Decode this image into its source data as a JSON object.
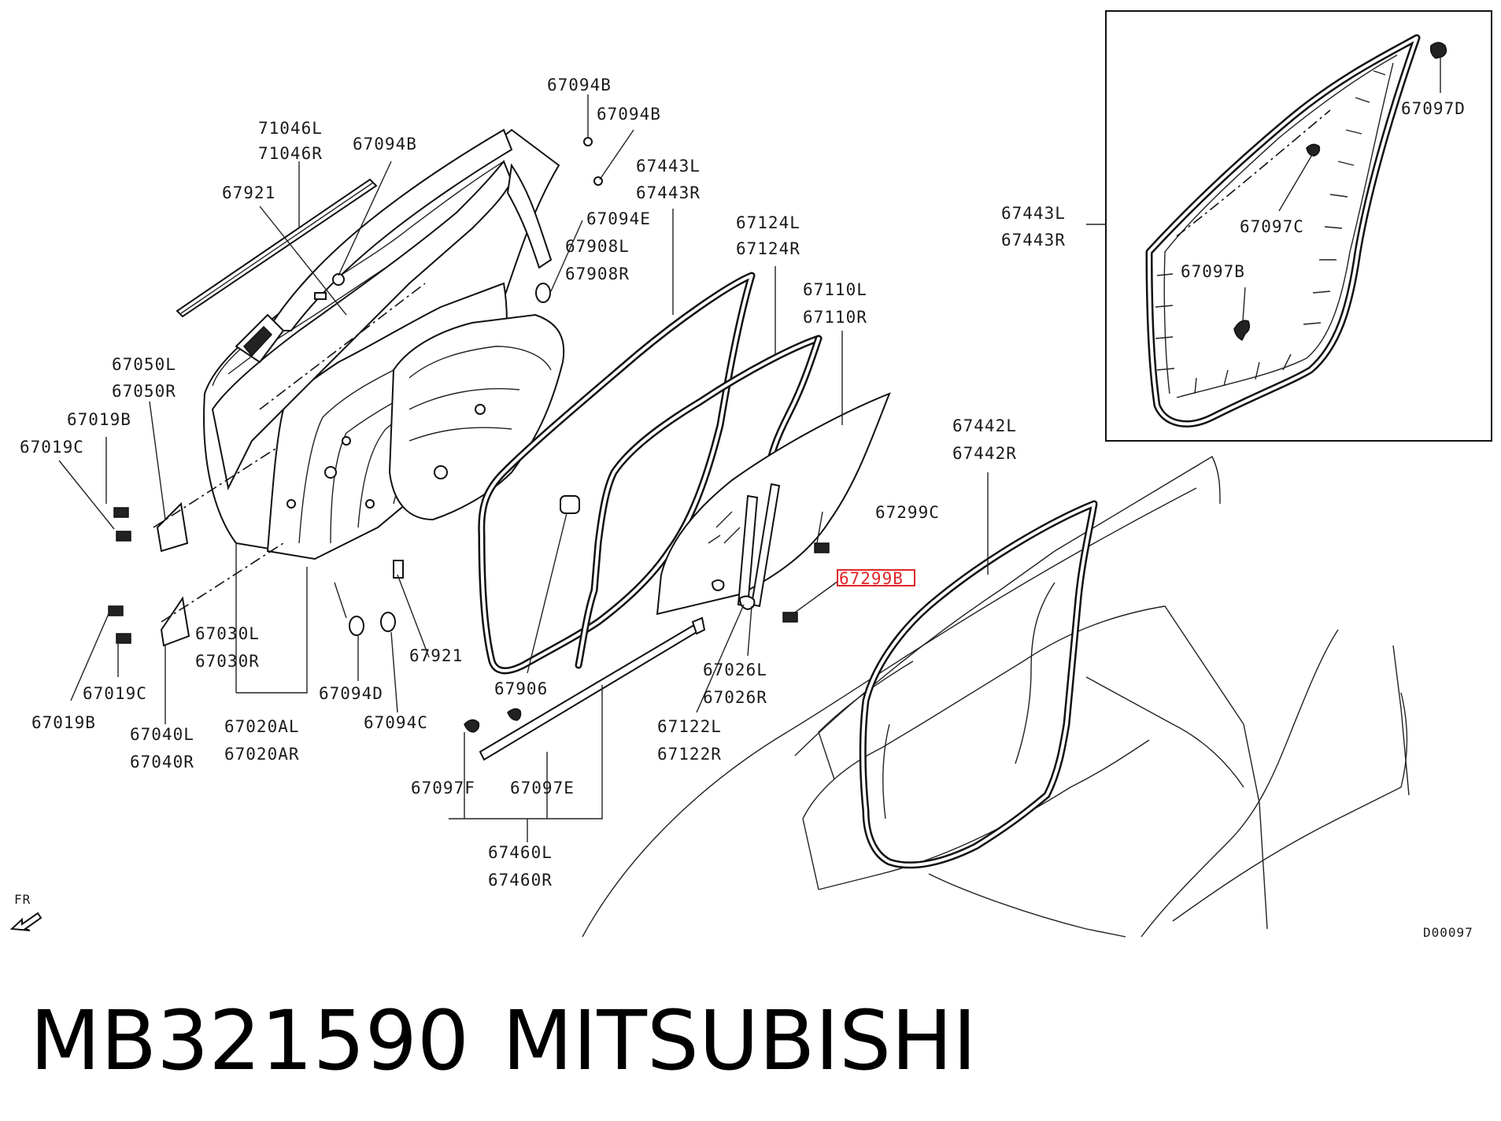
{
  "labels": {
    "l_71046L": "71046L",
    "l_71046R": "71046R",
    "l_67094B_a": "67094B",
    "l_67094B_b": "67094B",
    "l_67094B_c": "67094B",
    "l_67921_a": "67921",
    "l_67443L_a": "67443L",
    "l_67443R_a": "67443R",
    "l_67094E": "67094E",
    "l_67908L": "67908L",
    "l_67908R": "67908R",
    "l_67124L": "67124L",
    "l_67124R": "67124R",
    "l_67110L": "67110L",
    "l_67110R": "67110R",
    "l_67050L": "67050L",
    "l_67050R": "67050R",
    "l_67019B_a": "67019B",
    "l_67019C_a": "67019C",
    "l_67299C": "67299C",
    "l_67299B": "67299B",
    "l_67442L": "67442L",
    "l_67442R": "67442R",
    "l_67030L": "67030L",
    "l_67030R": "67030R",
    "l_67921_b": "67921",
    "l_67026L": "67026L",
    "l_67026R": "67026R",
    "l_67906": "67906",
    "l_67094D": "67094D",
    "l_67019C_b": "67019C",
    "l_67019B_b": "67019B",
    "l_67040L": "67040L",
    "l_67040R": "67040R",
    "l_67020AL": "67020AL",
    "l_67020AR": "67020AR",
    "l_67094C": "67094C",
    "l_67122L": "67122L",
    "l_67122R": "67122R",
    "l_67097F": "67097F",
    "l_67097E": "67097E",
    "l_67460L": "67460L",
    "l_67460R": "67460R",
    "l_67097D": "67097D",
    "l_67443L_b": "67443L",
    "l_67443R_b": "67443R",
    "l_67097C": "67097C",
    "l_67097B": "67097B"
  },
  "direction_marker": "FR",
  "diagram_code": "D00097",
  "caption": {
    "part_number": "MB321590",
    "brand": "MITSUBISHI"
  },
  "highlight_color": "#e0262b"
}
